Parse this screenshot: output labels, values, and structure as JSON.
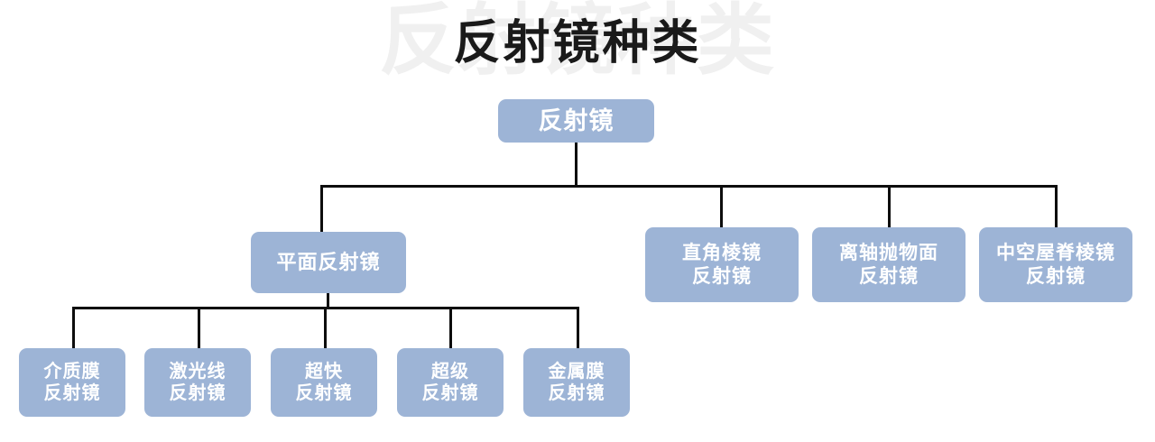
{
  "title": {
    "text": "反射镜种类",
    "ghost_text": "反射镜种类"
  },
  "colors": {
    "node_fill": "#9db4d6",
    "node_text": "#ffffff",
    "connector": "#0d0d0d",
    "title_text": "#1a1a1a",
    "title_ghost": "#f0f0f0",
    "background": "#ffffff"
  },
  "diagram": {
    "type": "tree",
    "root": {
      "label": "反射镜"
    },
    "level2": [
      {
        "label": "平面反射镜"
      },
      {
        "label": "直角棱镜\n反射镜"
      },
      {
        "label": "离轴抛物面\n反射镜"
      },
      {
        "label": "中空屋脊棱镜\n反射镜"
      }
    ],
    "level3": [
      {
        "label": "介质膜\n反射镜"
      },
      {
        "label": "激光线\n反射镜"
      },
      {
        "label": "超快\n反射镜"
      },
      {
        "label": "超级\n反射镜"
      },
      {
        "label": "金属膜\n反射镜"
      }
    ]
  }
}
